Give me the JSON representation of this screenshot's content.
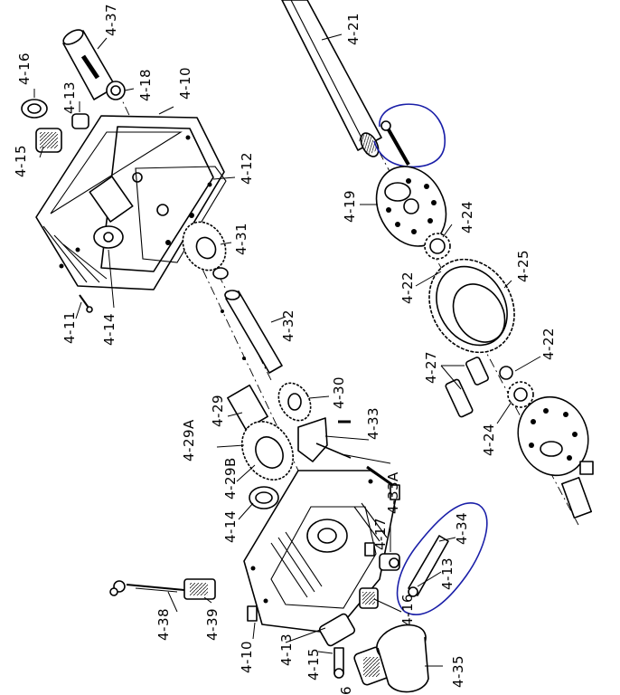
{
  "diagram": {
    "labels": [
      {
        "id": "4-37",
        "text": "4-37"
      },
      {
        "id": "4-21",
        "text": "4-21"
      },
      {
        "id": "4-16",
        "text": "4-16"
      },
      {
        "id": "4-13a",
        "text": "4-13"
      },
      {
        "id": "4-18",
        "text": "4-18"
      },
      {
        "id": "4-10a",
        "text": "4-10"
      },
      {
        "id": "4-15a",
        "text": "4-15"
      },
      {
        "id": "4-12",
        "text": "4-12"
      },
      {
        "id": "4-19",
        "text": "4-19"
      },
      {
        "id": "4-24a",
        "text": "4-24"
      },
      {
        "id": "4-31",
        "text": "4-31"
      },
      {
        "id": "4-22a",
        "text": "4-22"
      },
      {
        "id": "4-25",
        "text": "4-25"
      },
      {
        "id": "4-11",
        "text": "4-11"
      },
      {
        "id": "4-14a",
        "text": "4-14"
      },
      {
        "id": "4-32",
        "text": "4-32"
      },
      {
        "id": "4-27",
        "text": "4-27"
      },
      {
        "id": "4-22b",
        "text": "4-22"
      },
      {
        "id": "4-30",
        "text": "4-30"
      },
      {
        "id": "4-24b",
        "text": "4-24"
      },
      {
        "id": "4-29",
        "text": "4-29"
      },
      {
        "id": "4-29A",
        "text": "4-29A"
      },
      {
        "id": "4-33",
        "text": "4-33"
      },
      {
        "id": "4-29B",
        "text": "4-29B"
      },
      {
        "id": "4-33A",
        "text": "4-33A"
      },
      {
        "id": "4-14b",
        "text": "4-14"
      },
      {
        "id": "4-17",
        "text": "4-17"
      },
      {
        "id": "4-34",
        "text": "4-34"
      },
      {
        "id": "4-13b",
        "text": "4-13"
      },
      {
        "id": "4-38",
        "text": "4-38"
      },
      {
        "id": "4-39",
        "text": "4-39"
      },
      {
        "id": "4-16b",
        "text": "4-16"
      },
      {
        "id": "4-10b",
        "text": "4-10"
      },
      {
        "id": "4-13c",
        "text": "4-13"
      },
      {
        "id": "4-15b",
        "text": "4-15"
      },
      {
        "id": "4-35",
        "text": "4-35"
      },
      {
        "id": "4-16c",
        "text": "6"
      }
    ]
  }
}
